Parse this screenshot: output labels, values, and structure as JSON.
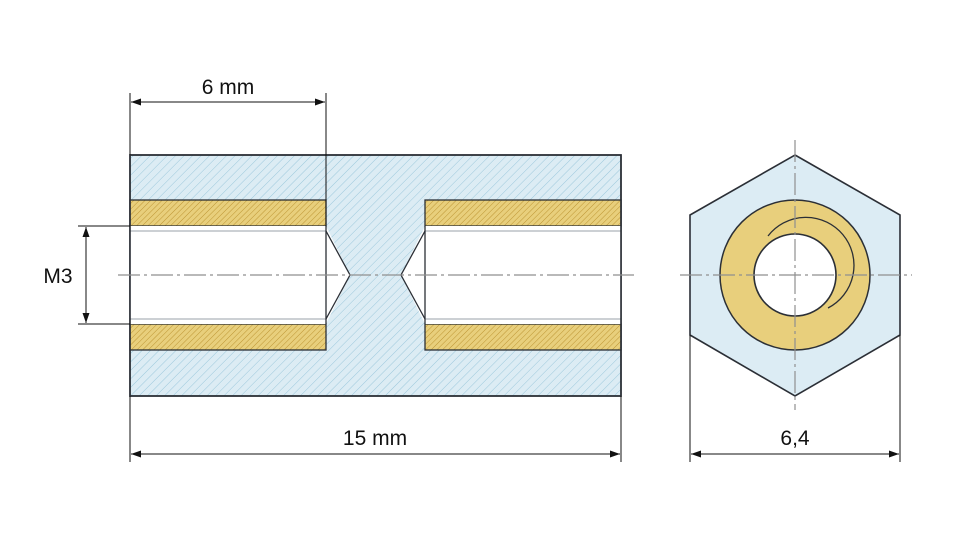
{
  "dimensions": {
    "thread_depth": "6 mm",
    "total_length": "15 mm",
    "thread_size": "M3",
    "hex_width": "6,4"
  },
  "colors": {
    "body_fill": "#dcecf4",
    "body_hatch": "#9cc8dc",
    "thread_fill": "#e8cf7c",
    "thread_hatch": "#b88f2a",
    "outline": "#2b2f36",
    "centerline": "#8f8f8f"
  }
}
